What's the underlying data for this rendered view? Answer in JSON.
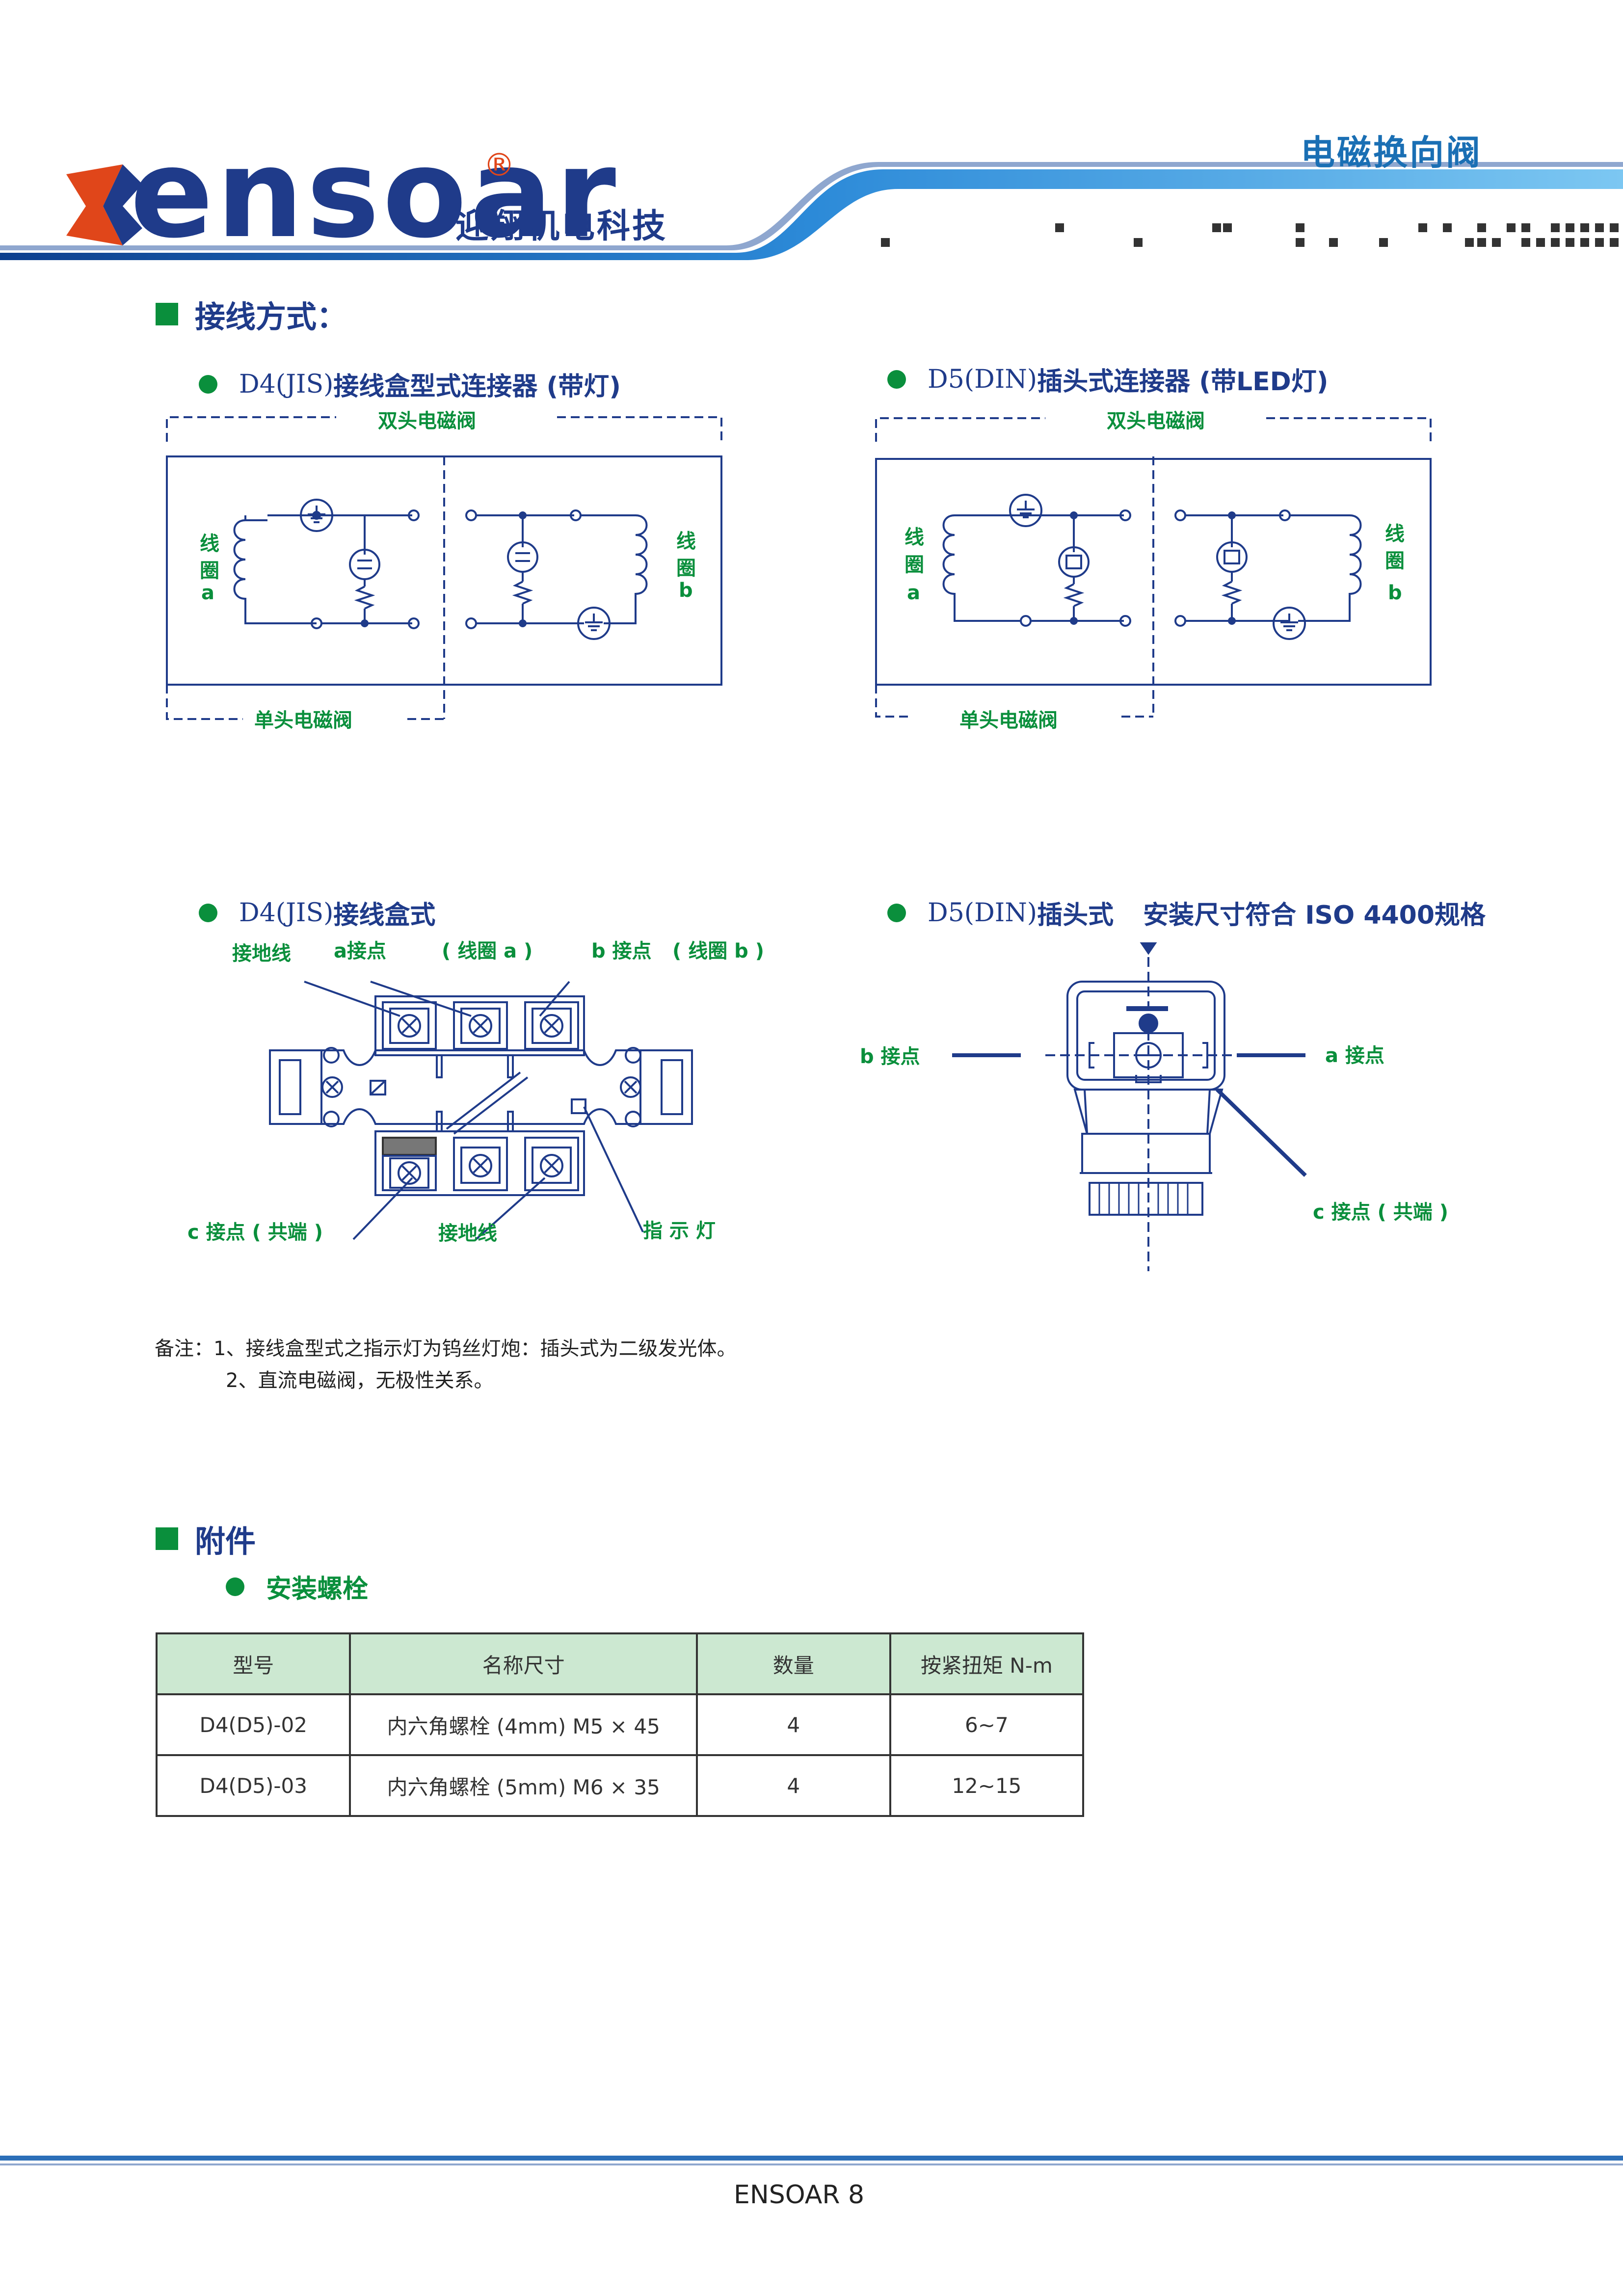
{
  "header": {
    "brand_word": "ensoar",
    "reg_mark": "®",
    "brand_cn": "迎翔机电科技",
    "page_category": "电磁换向阀"
  },
  "wiring": {
    "section_title": "接线方式：",
    "d4_connector": {
      "title_prefix": "D4(JIS)",
      "title_main": "接线盒型式连接器 (带灯)",
      "double_label": "双头电磁阀",
      "single_label": "单头电磁阀",
      "coil_a": [
        "线",
        "圈",
        "a"
      ],
      "coil_b": [
        "线",
        "圈",
        "b"
      ]
    },
    "d5_connector": {
      "title_prefix": "D5(DIN)",
      "title_main": "插头式连接器 (带LED灯)",
      "double_label": "双头电磁阀",
      "single_label": "单头电磁阀",
      "coil_a": [
        "线",
        "圈",
        "a"
      ],
      "coil_b": [
        "线",
        "圈",
        "b"
      ]
    },
    "d4_box": {
      "title_prefix": "D4(JIS)",
      "title_main": "接线盒式",
      "ground_label_top": "接地线",
      "a_contact": "a接点",
      "coil_a": "( 线圈 a )",
      "b_contact": "b 接点",
      "coil_b": "( 线圈 b )",
      "c_contact": "c 接点 ( 共端 )",
      "ground_label_bottom": "接地线",
      "indicator": "指 示 灯"
    },
    "d5_plug": {
      "title_prefix": "D5(DIN)",
      "title_main": "插头式",
      "title_iso": "安装尺寸符合 ISO 4400规格",
      "b_contact": "b 接点",
      "a_contact": "a 接点",
      "c_contact": "c 接点 ( 共端 )"
    },
    "notes": [
      "备注：1、接线盒型式之指示灯为钨丝灯炮：插头式为二级发光体。",
      "2、直流电磁阀，无极性关系。"
    ]
  },
  "accessories": {
    "section_title": "附件",
    "sub_title": "安装螺栓",
    "table": {
      "headers": [
        "型号",
        "名称尺寸",
        "数量",
        "按紧扭矩 N-m"
      ],
      "rows": [
        [
          "D4(D5)-02",
          "内六角螺栓 (4mm) M5 × 45",
          "4",
          "6~7"
        ],
        [
          "D4(D5)-03",
          "内六角螺栓 (5mm) M6 × 35",
          "4",
          "12~15"
        ]
      ]
    }
  },
  "footer": {
    "page_number": "ENSOAR 8"
  },
  "colors": {
    "line_blue": "#1f3b8a",
    "accent_green": "#0a8f3c",
    "header_blue": "#1a6fb4",
    "logo_orange": "#e0461a"
  }
}
